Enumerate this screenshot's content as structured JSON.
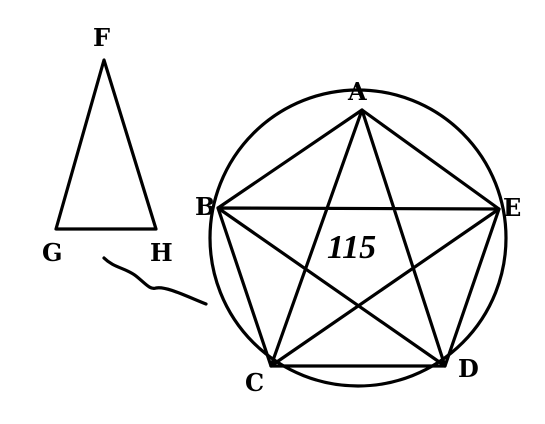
{
  "figure": {
    "number": "115",
    "triangle": {
      "labels": {
        "top": "F",
        "left": "G",
        "right": "H"
      }
    },
    "pentagon": {
      "labels": {
        "A": "A",
        "B": "B",
        "C": "C",
        "D": "D",
        "E": "E"
      }
    }
  }
}
